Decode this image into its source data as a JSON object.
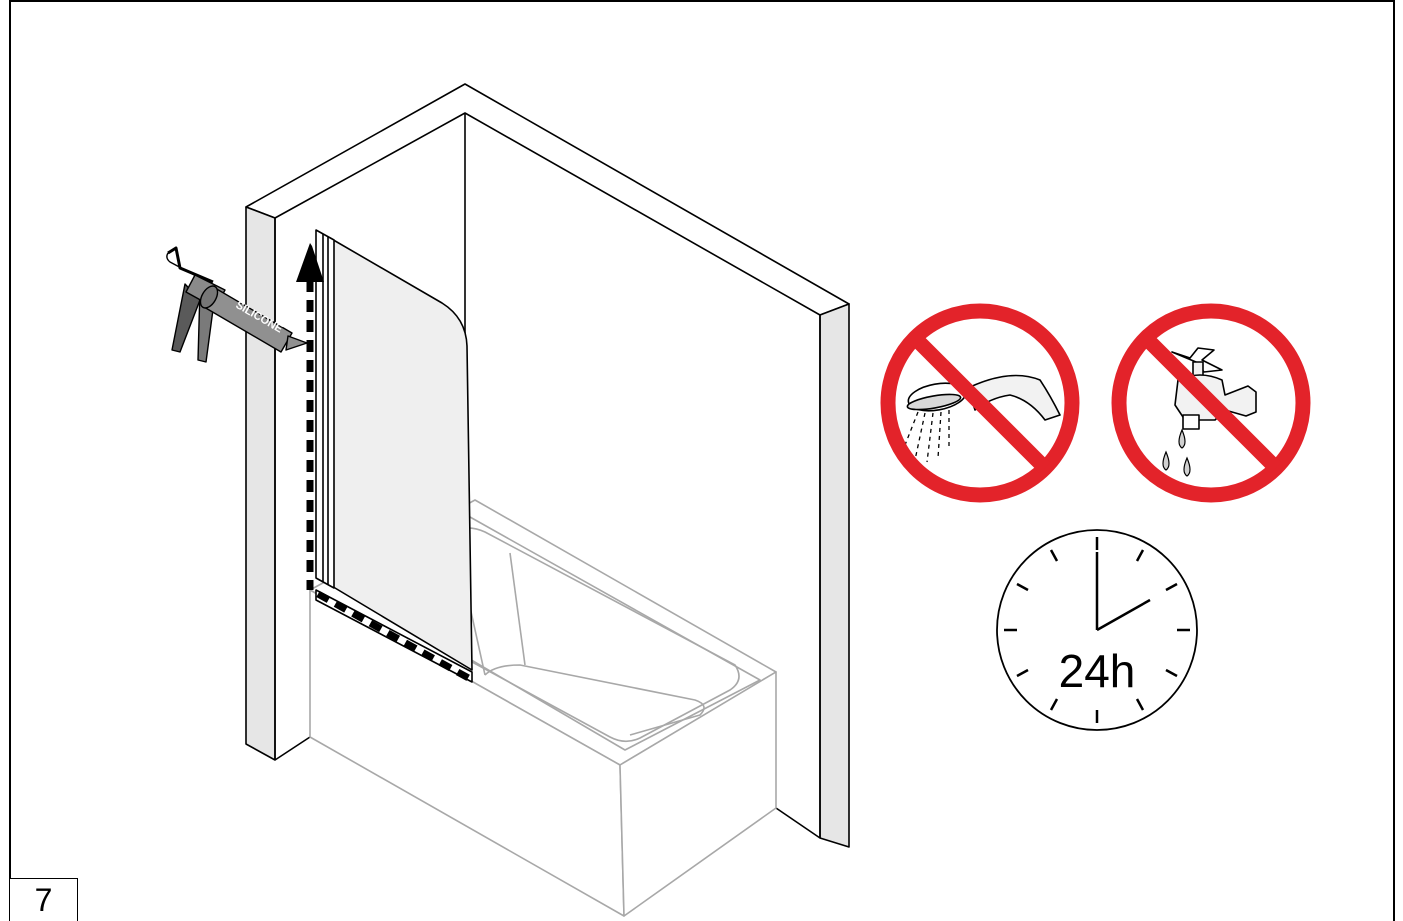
{
  "step": {
    "number": "7"
  },
  "caulk_gun": {
    "label": "SILICONE"
  },
  "clock": {
    "label": "24h"
  },
  "colors": {
    "prohibition_red": "#e3232a",
    "line": "#000000",
    "bath_line": "#a8a8a8",
    "glass": "#efefef"
  },
  "icons": [
    "caulking-gun-icon",
    "no-shower-icon",
    "no-tap-water-icon",
    "clock-icon"
  ]
}
